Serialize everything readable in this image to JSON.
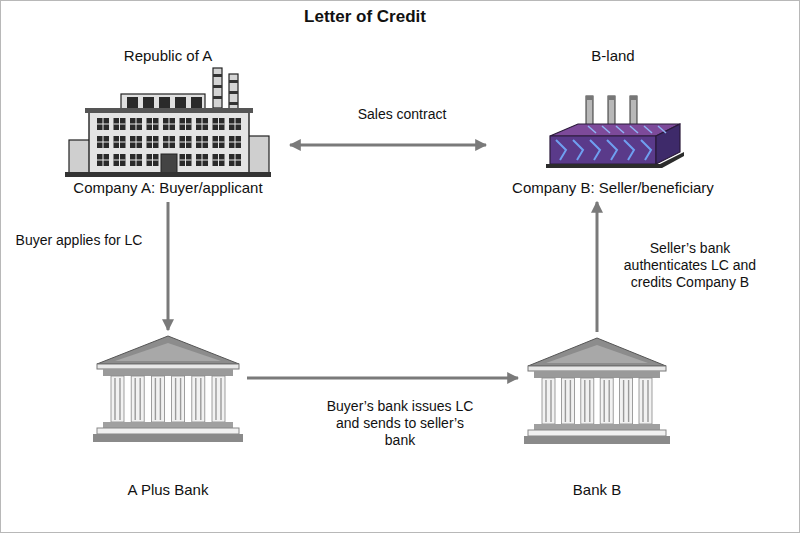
{
  "diagram": {
    "title": "Letter of Credit",
    "nodes": [
      {
        "text": [
          "Republic of A",
          "Company A: Buyer/applicant"
        ]
      },
      {
        "text": [
          "B-land",
          "Company B: Seller/beneficiary"
        ]
      },
      {
        "text": [
          "A Plus Bank"
        ]
      },
      {
        "text": [
          "Bank B"
        ]
      }
    ],
    "edges": [
      {
        "from": 0,
        "to": 1,
        "arrow": "both",
        "label": "Sales contract"
      },
      {
        "from": 0,
        "to": 2,
        "arrow": "to",
        "label": "Buyer applies for LC"
      },
      {
        "from": 2,
        "to": 3,
        "arrow": "to",
        "label": "Buyer’s bank issues LC and sends to seller’s bank"
      },
      {
        "from": 3,
        "to": 1,
        "arrow": "to",
        "label": "Seller’s bank authenticates LC and credits Company B"
      }
    ]
  }
}
